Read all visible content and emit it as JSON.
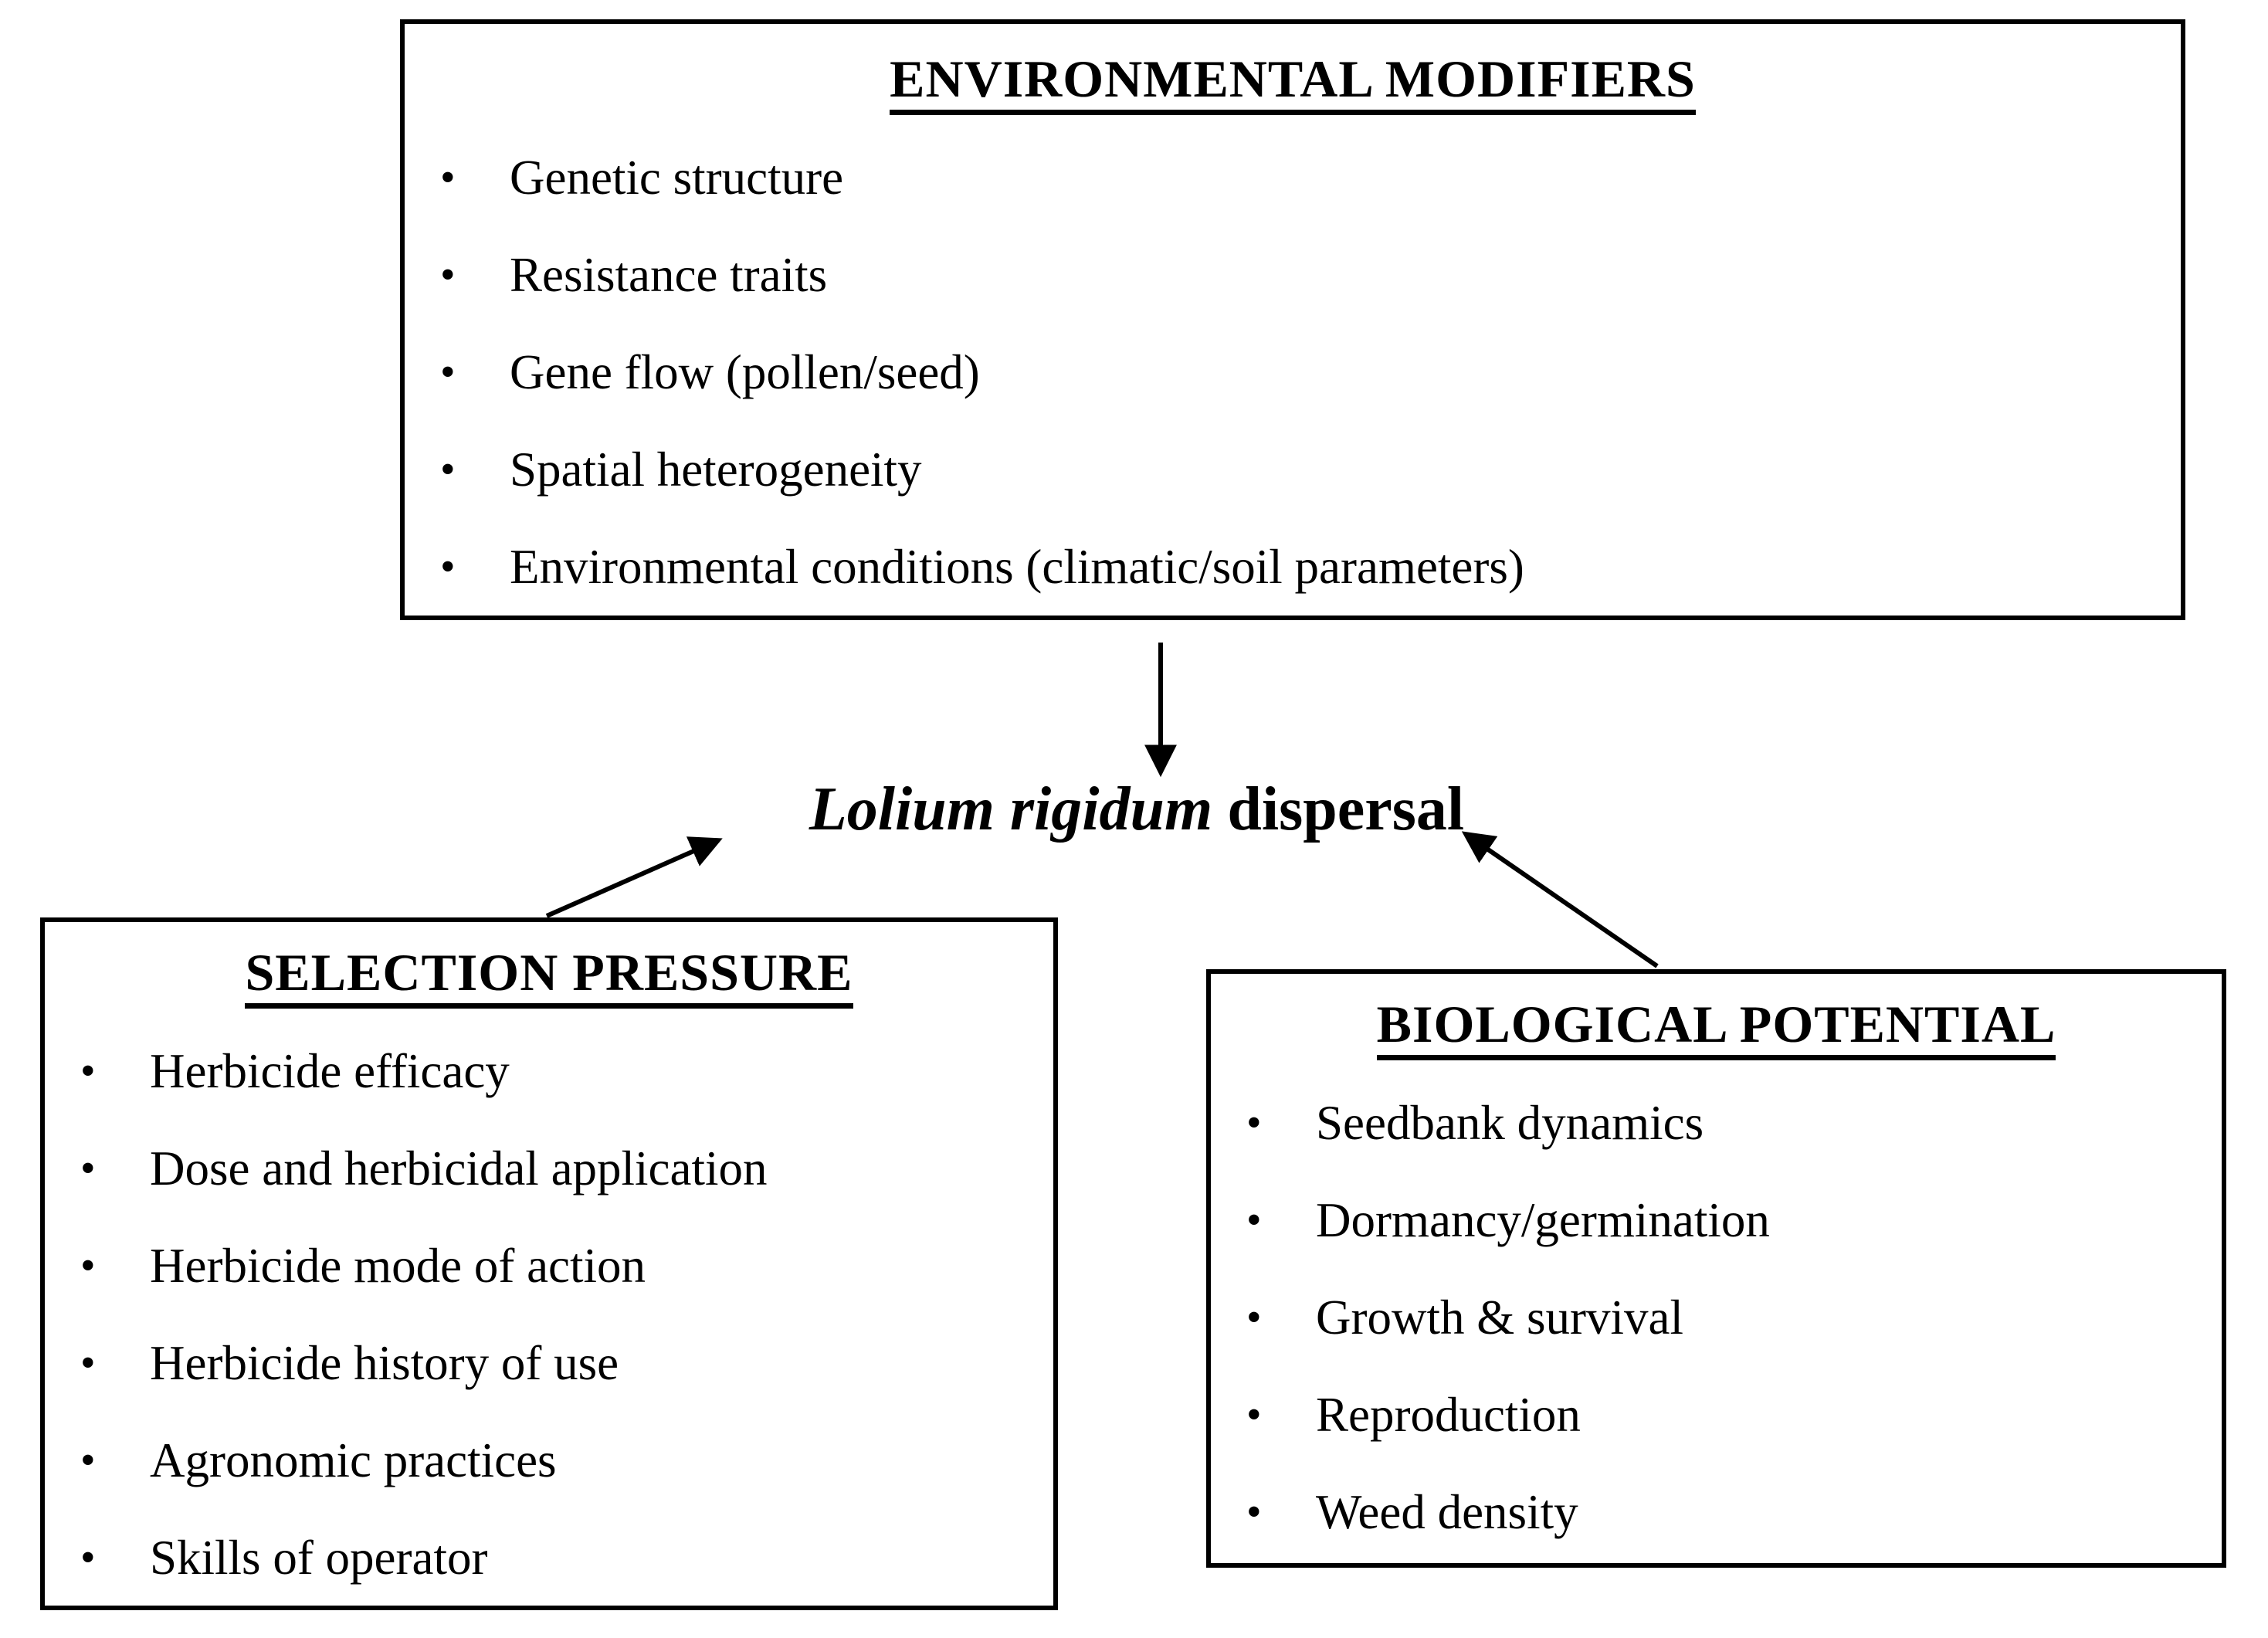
{
  "diagram": {
    "colors": {
      "ink": "#000000",
      "background": "#ffffff"
    },
    "center": {
      "species": "Lolium rigidum",
      "suffix": "dispersal"
    },
    "boxes": [
      {
        "id": "environmental-modifiers",
        "title": "ENVIRONMENTAL MODIFIERS",
        "items": [
          "Genetic structure",
          "Resistance traits",
          "Gene flow (pollen/seed)",
          "Spatial heterogeneity",
          "Environmental conditions (climatic/soil parameters)"
        ]
      },
      {
        "id": "selection-pressure",
        "title": "SELECTION PRESSURE",
        "items": [
          "Herbicide efficacy",
          "Dose and herbicidal application",
          "Herbicide mode of action",
          "Herbicide history of use",
          "Agronomic practices",
          "Skills of operator"
        ]
      },
      {
        "id": "biological-potential",
        "title": "BIOLOGICAL POTENTIAL",
        "items": [
          "Seedbank dynamics",
          "Dormancy/germination",
          "Growth & survival",
          "Reproduction",
          "Weed density"
        ]
      }
    ],
    "arrows": [
      {
        "name": "environmental-to-dispersal",
        "from": "environmental-modifiers",
        "to": "dispersal-label"
      },
      {
        "name": "selection-to-dispersal",
        "from": "selection-pressure",
        "to": "dispersal-label"
      },
      {
        "name": "biological-to-dispersal",
        "from": "biological-potential",
        "to": "dispersal-label"
      }
    ]
  }
}
